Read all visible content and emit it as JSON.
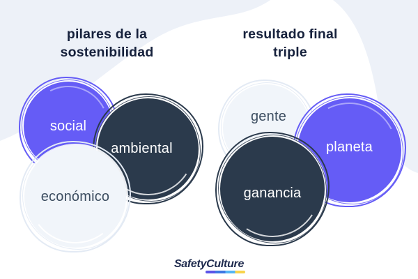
{
  "headings": {
    "left": {
      "lines": [
        "pilares de la",
        "sostenibilidad"
      ]
    },
    "right": {
      "lines": [
        "resultado final",
        "triple"
      ]
    }
  },
  "diagram": {
    "left_group": {
      "circles": [
        {
          "label": "social",
          "color_name": "purple",
          "color": "#655cf6"
        },
        {
          "label": "ambiental",
          "color_name": "dark-navy",
          "color": "#2b3a4c"
        },
        {
          "label": "económico",
          "color_name": "light",
          "color": "#f1f5fa"
        }
      ]
    },
    "right_group": {
      "circles": [
        {
          "label": "gente",
          "color_name": "light",
          "color": "#f1f5fa"
        },
        {
          "label": "planeta",
          "color_name": "purple",
          "color": "#655cf6"
        },
        {
          "label": "ganancia",
          "color_name": "dark-navy",
          "color": "#2b3a4c"
        }
      ]
    }
  },
  "logo": {
    "text": "SafetyCulture",
    "underline_colors": [
      "#5b54e8",
      "#3e77e3",
      "#55b6f4",
      "#f8d44c"
    ]
  },
  "colors": {
    "background_shape": "#edf1f8",
    "page_background": "#ffffff",
    "heading_text": "#16213c",
    "light_circle_text": "#3d4e61",
    "circle_text_on_dark": "#ffffff"
  }
}
